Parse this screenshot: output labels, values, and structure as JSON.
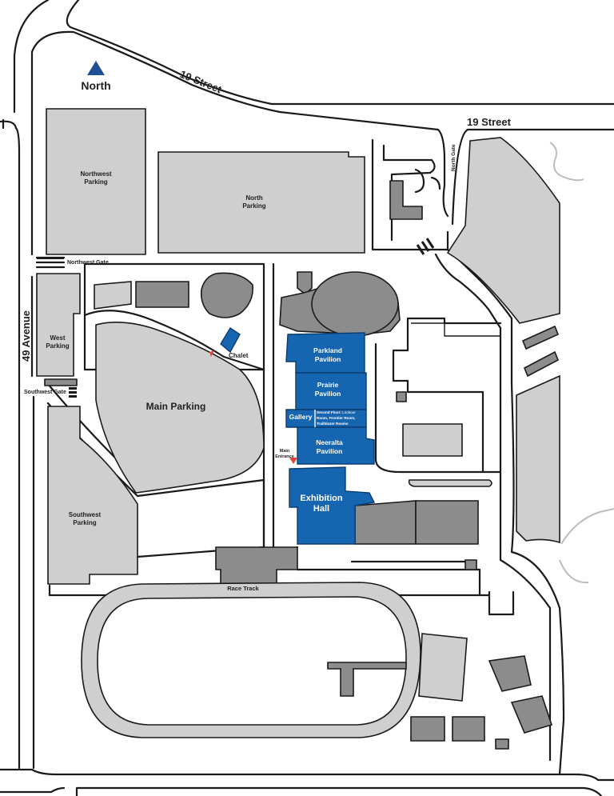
{
  "compass": {
    "label": "North",
    "color": "#1f4e93"
  },
  "streets": {
    "nineteen_street_diag": "19 Street",
    "nineteen_street_east": "19 Street",
    "forty_nine_avenue": "49 Avenue"
  },
  "gates": {
    "northwest": "Northwest Gate",
    "southwest": "Southwest Gate",
    "north": "North Gate"
  },
  "parking": {
    "northwest": [
      "Northwest",
      "Parking"
    ],
    "north": [
      "North",
      "Parking"
    ],
    "west": [
      "West",
      "Parking"
    ],
    "main": "Main Parking",
    "southwest": [
      "Southwest",
      "Parking"
    ]
  },
  "venues": {
    "chalet": "Chalet",
    "parkland": [
      "Parkland",
      "Pavilion"
    ],
    "prairie": [
      "Prairie",
      "Pavilion"
    ],
    "gallery": "Gallery",
    "second_floor_title": "Second Floor:",
    "second_floor_lines": [
      " Lookout",
      "Room, Frontier Room,",
      "Trailblazer Rooms"
    ],
    "neeralta": [
      "Neeralta",
      "Pavilion"
    ],
    "main_entrance": [
      "Main",
      "Entrance"
    ],
    "exhibition": [
      "Exhibition",
      "Hall"
    ],
    "race_track": "Race Track"
  },
  "colors": {
    "venue_blue": "#1565b0",
    "parking_gray": "#cfcfcf",
    "building_gray": "#8c8c8c",
    "entrance_marker": "#e0463c"
  }
}
